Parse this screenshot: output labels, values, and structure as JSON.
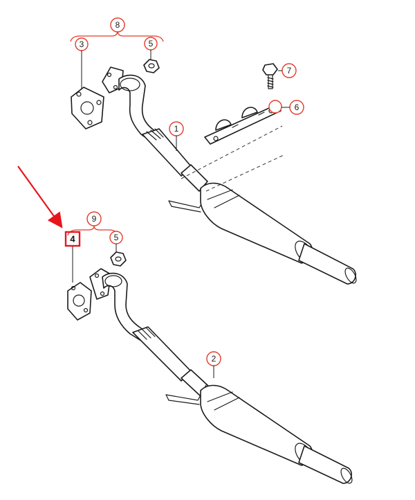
{
  "callouts": {
    "c1": "1",
    "c2": "2",
    "c3": "3",
    "c4": "4",
    "c5a": "5",
    "c5b": "5",
    "c6": "6",
    "c7": "7",
    "c8": "8",
    "c9": "9"
  },
  "colors": {
    "callout_outline": "#e23b2a",
    "highlight_box": "#e8141c",
    "pointer_arrow": "#e8141c",
    "line_art": "#1a1a1a"
  }
}
